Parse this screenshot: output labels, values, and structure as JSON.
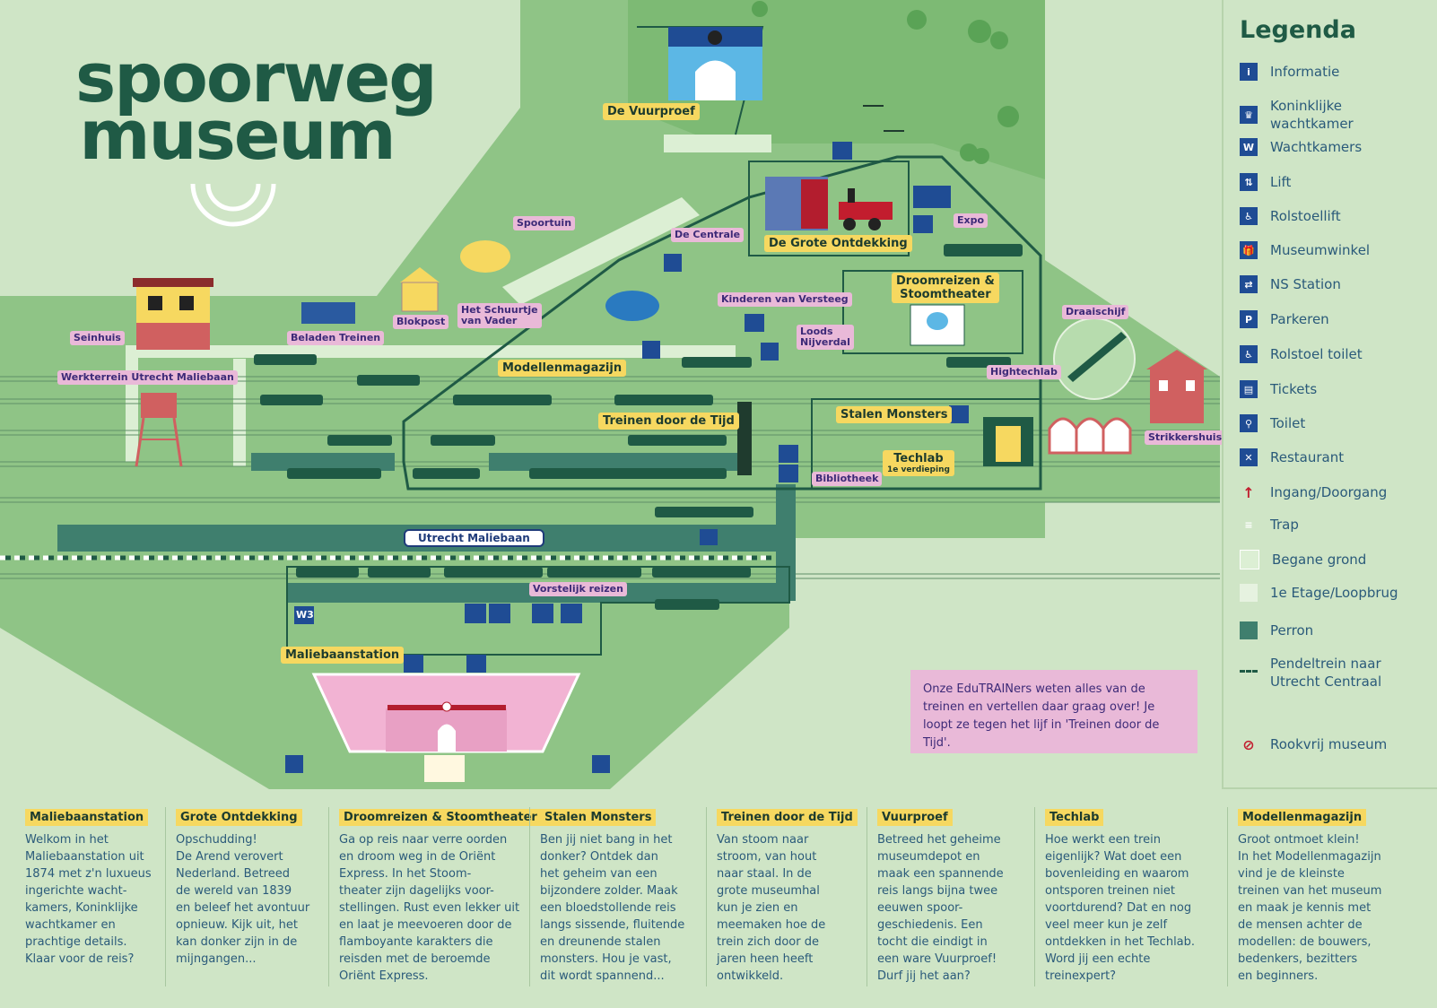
{
  "title": {
    "line1": "spoorweg",
    "line2": "museum"
  },
  "map_labels": {
    "pink": {
      "seinhuis": "Seinhuis",
      "beladen_treinen": "Beladen Treinen",
      "werkterrein": "Werkterrein Utrecht Maliebaan",
      "blokpost": "Blokpost",
      "schuurtje": "Het Schuurtje\nvan Vader",
      "spoortuin": "Spoortuin",
      "centrale": "De Centrale",
      "kinderen": "Kinderen van Versteeg",
      "loods": "Loods\nNijverdal",
      "expo": "Expo",
      "draaischijf": "Draaischijf",
      "hightechlab": "Hightechlab",
      "strikkershuis": "Strikkershuis",
      "bibliotheek": "Bibliotheek",
      "vorstelijk": "Vorstelijk reizen"
    },
    "yellow": {
      "vuurproef": "De Vuurproef",
      "grote_ontdekking": "De Grote Ontdekking",
      "droomreizen": "Droomreizen &\nStoomtheater",
      "modellenmagazijn": "Modellenmagazijn",
      "treinen_tijd": "Treinen door de Tijd",
      "stalen_monsters": "Stalen Monsters",
      "techlab": "Techlab",
      "techlab_sub": "1e verdieping",
      "maliebaanstation": "Maliebaanstation"
    },
    "station": "Utrecht Maliebaan",
    "w3": "W3"
  },
  "legend": {
    "title": "Legenda",
    "items": [
      {
        "icon": "info-icon",
        "glyph": "i",
        "label": "Informatie"
      },
      {
        "icon": "royal-waiting-room-icon",
        "glyph": "♛",
        "label": "Koninklijke\nwachtkamer"
      },
      {
        "icon": "waiting-room-icon",
        "glyph": "W",
        "label": "Wachtkamers"
      },
      {
        "icon": "lift-icon",
        "glyph": "⇅",
        "label": "Lift"
      },
      {
        "icon": "wheelchair-icon",
        "glyph": "♿",
        "label": "Rolstoellift"
      },
      {
        "icon": "shop-icon",
        "glyph": "🎁",
        "label": "Museumwinkel"
      },
      {
        "icon": "ns-station-icon",
        "glyph": "⇄",
        "label": "NS Station"
      },
      {
        "icon": "parking-icon",
        "glyph": "P",
        "label": "Parkeren"
      },
      {
        "icon": "accessible-toilet-icon",
        "glyph": "♿",
        "label": "Rolstoel toilet"
      },
      {
        "icon": "tickets-icon",
        "glyph": "▤",
        "label": "Tickets"
      },
      {
        "icon": "toilet-icon",
        "glyph": "⚲",
        "label": "Toilet"
      },
      {
        "icon": "restaurant-icon",
        "glyph": "✕",
        "label": "Restaurant"
      },
      {
        "icon": "entrance-arrow-icon",
        "glyph": "↑",
        "label": "Ingang/Doorgang"
      },
      {
        "icon": "stairs-icon",
        "glyph": "≡",
        "label": "Trap"
      },
      {
        "icon": "ground-floor-swatch",
        "glyph": "",
        "label": "Begane grond"
      },
      {
        "icon": "first-floor-swatch",
        "glyph": "",
        "label": "1e Etage/Loopbrug"
      },
      {
        "icon": "platform-swatch",
        "glyph": "",
        "label": "Perron"
      },
      {
        "icon": "shuttle-train-icon",
        "glyph": "",
        "label": "Pendeltrein naar\nUtrecht Centraal"
      },
      {
        "icon": "no-smoking-icon",
        "glyph": "⊘",
        "label": "Rookvrij museum"
      }
    ]
  },
  "note": "Onze EduTRAINers weten alles van de treinen en vertellen daar graag over! Je loopt ze tegen het lijf in 'Treinen door de Tijd'.",
  "info": [
    {
      "title": "Maliebaanstation",
      "text": "Welkom in het\nMaliebaanstation uit\n1874 met z'n luxueus\ningerichte wacht-\nkamers, Koninklijke\nwachtkamer en\nprachtige details.\nKlaar voor de reis?"
    },
    {
      "title": "Grote Ontdekking",
      "text": "Opschudding!\nDe Arend verovert\nNederland. Betreed\nde wereld van 1839\nen beleef het avontuur\nopnieuw. Kijk uit, het\nkan donker zijn in de\nmijngangen..."
    },
    {
      "title": "Droomreizen & Stoomtheater",
      "text": "Ga op reis naar verre oorden\nen droom weg in de Oriënt\nExpress. In het Stoom-\ntheater zijn dagelijks voor-\nstellingen. Rust even lekker uit\nen laat je meevoeren door de\nflamboyante karakters die\nreisden met de beroemde\nOriënt Express."
    },
    {
      "title": "Stalen Monsters",
      "text": "Ben jij niet bang in het\ndonker? Ontdek dan\nhet geheim van een\nbijzondere zolder. Maak\neen bloedstollende reis\nlangs sissende, fluitende\nen dreunende stalen\nmonsters. Hou je vast,\ndit wordt spannend..."
    },
    {
      "title": "Treinen door de Tijd",
      "text": "Van stoom naar\nstroom, van hout\nnaar staal. In de\ngrote museumhal\nkun je zien en\nmeemaken hoe de\ntrein zich door de\njaren heen heeft\nontwikkeld."
    },
    {
      "title": "Vuurproef",
      "text": "Betreed het geheime\nmuseumdepot en\nmaak een spannende\nreis langs bijna twee\neeuwen spoor-\ngeschiedenis. Een\ntocht die eindigt in\neen ware Vuurproef!\nDurf jij het aan?"
    },
    {
      "title": "Techlab",
      "text": "Hoe werkt een trein\neigenlijk? Wat doet een\nbovenleiding en waarom\nontsporen treinen niet\nvoortdurend? Dat en nog\nveel meer kun je zelf\nontdekken in het Techlab.\nWord jij een echte\ntreinexpert?"
    },
    {
      "title": "Modellenmagazijn",
      "text": "Groot ontmoet klein!\nIn het Modellenmagazijn\nvind je de kleinste\ntreinen van het museum\nen maak je kennis met\nde mensen achter de\nmodellen: de bouwers,\nbedenkers, bezitters\nen beginners."
    }
  ],
  "colors": {
    "grass": "#8fc486",
    "ground": "#cfe5c6",
    "platform": "#3f7f6e",
    "dark_green": "#1f5a45",
    "label_pink": "#e9b9d8",
    "label_yellow": "#f6d860",
    "icon_blue": "#1f4c94"
  }
}
